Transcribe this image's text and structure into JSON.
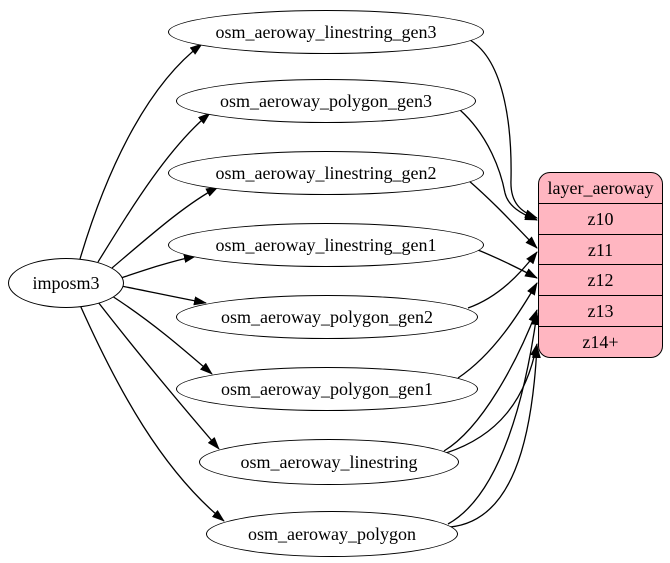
{
  "diagram": {
    "source_node": {
      "label": "imposm3"
    },
    "table_nodes": [
      {
        "label": "osm_aeroway_linestring_gen3"
      },
      {
        "label": "osm_aeroway_polygon_gen3"
      },
      {
        "label": "osm_aeroway_linestring_gen2"
      },
      {
        "label": "osm_aeroway_linestring_gen1"
      },
      {
        "label": "osm_aeroway_polygon_gen2"
      },
      {
        "label": "osm_aeroway_polygon_gen1"
      },
      {
        "label": "osm_aeroway_linestring"
      },
      {
        "label": "osm_aeroway_polygon"
      }
    ],
    "layer_node": {
      "title": "layer_aeroway",
      "rows": [
        "z10",
        "z11",
        "z12",
        "z13",
        "z14+"
      ]
    },
    "edges": [
      {
        "from": "imposm3",
        "to": "osm_aeroway_linestring_gen3"
      },
      {
        "from": "imposm3",
        "to": "osm_aeroway_polygon_gen3"
      },
      {
        "from": "imposm3",
        "to": "osm_aeroway_linestring_gen2"
      },
      {
        "from": "imposm3",
        "to": "osm_aeroway_linestring_gen1"
      },
      {
        "from": "imposm3",
        "to": "osm_aeroway_polygon_gen2"
      },
      {
        "from": "imposm3",
        "to": "osm_aeroway_polygon_gen1"
      },
      {
        "from": "imposm3",
        "to": "osm_aeroway_linestring"
      },
      {
        "from": "imposm3",
        "to": "osm_aeroway_polygon"
      },
      {
        "from": "osm_aeroway_linestring_gen3",
        "to": "z10"
      },
      {
        "from": "osm_aeroway_polygon_gen3",
        "to": "z10"
      },
      {
        "from": "osm_aeroway_linestring_gen2",
        "to": "z11"
      },
      {
        "from": "osm_aeroway_polygon_gen2",
        "to": "z11"
      },
      {
        "from": "osm_aeroway_linestring_gen1",
        "to": "z12"
      },
      {
        "from": "osm_aeroway_polygon_gen1",
        "to": "z12"
      },
      {
        "from": "osm_aeroway_linestring",
        "to": "z13"
      },
      {
        "from": "osm_aeroway_polygon",
        "to": "z13"
      },
      {
        "from": "osm_aeroway_linestring",
        "to": "z14+"
      },
      {
        "from": "osm_aeroway_polygon",
        "to": "z14+"
      }
    ],
    "colors": {
      "layer_fill": "#ffb6c1",
      "stroke": "#000000",
      "background": "#ffffff"
    }
  }
}
